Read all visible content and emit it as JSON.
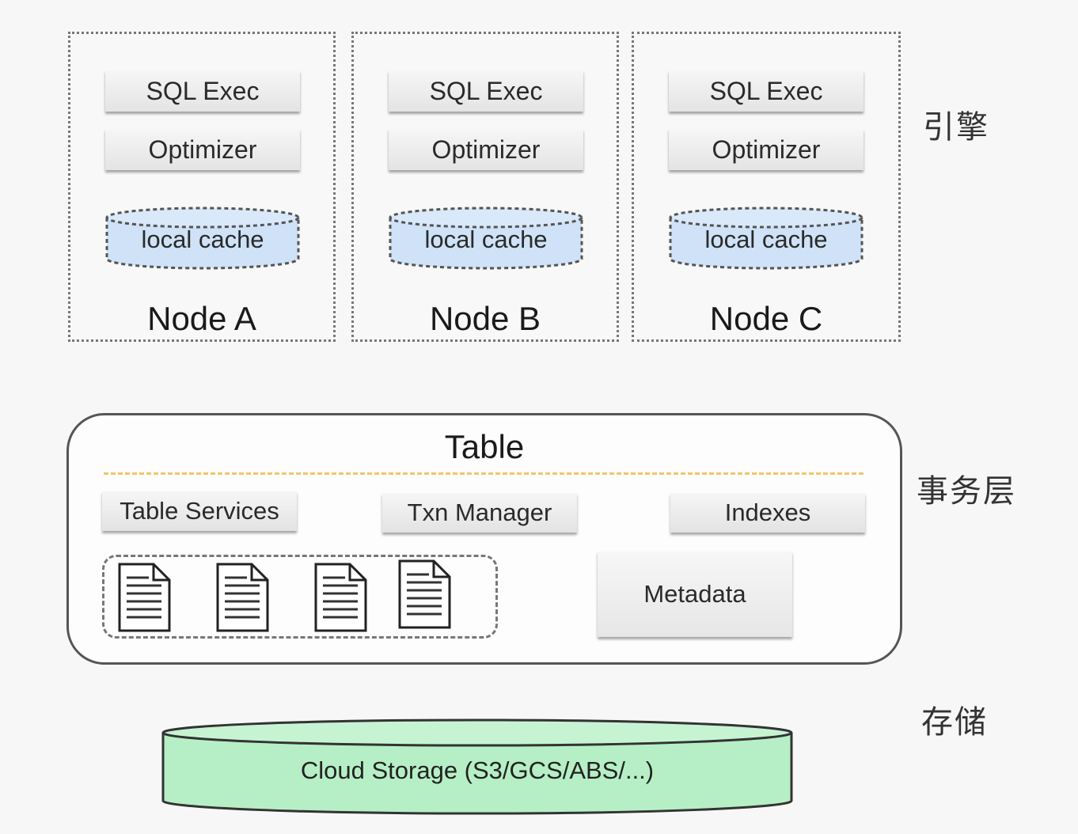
{
  "nodes": [
    {
      "sql_exec": "SQL Exec",
      "optimizer": "Optimizer",
      "cache": "local cache",
      "name": "Node A"
    },
    {
      "sql_exec": "SQL Exec",
      "optimizer": "Optimizer",
      "cache": "local cache",
      "name": "Node B"
    },
    {
      "sql_exec": "SQL Exec",
      "optimizer": "Optimizer",
      "cache": "local cache",
      "name": "Node C"
    }
  ],
  "layers": {
    "engine": "引擎",
    "transaction": "事务层",
    "storage": "存储"
  },
  "table": {
    "title": "Table",
    "services": "Table Services",
    "txn_manager": "Txn Manager",
    "indexes": "Indexes",
    "metadata": "Metadata"
  },
  "storage": {
    "label": "Cloud Storage (S3/GCS/ABS/...)"
  },
  "colors": {
    "cache_fill": "#cfe2f7",
    "storage_fill": "#b6efc6",
    "divider": "#f3c46a"
  },
  "icons": [
    "document-icon",
    "document-icon",
    "document-icon",
    "document-icon"
  ]
}
